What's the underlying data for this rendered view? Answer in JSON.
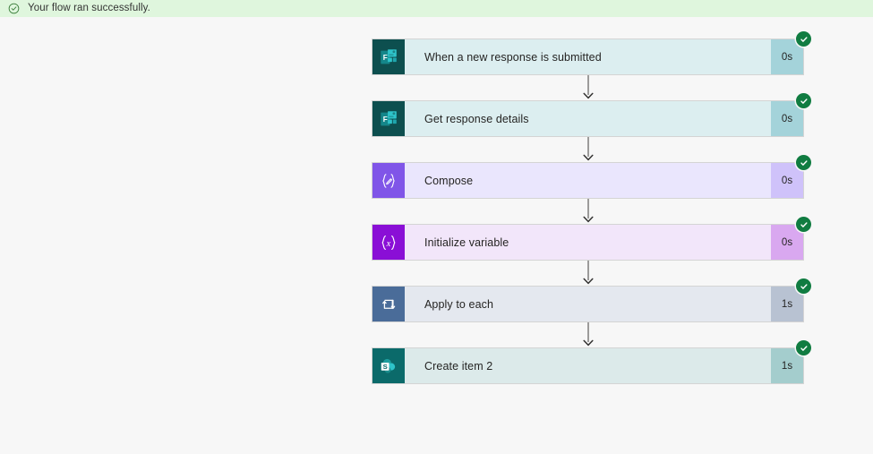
{
  "banner": {
    "icon": "check-circle-icon",
    "message": "Your flow ran successfully.",
    "background_color": "#dff6dd",
    "text_color": "#333333"
  },
  "page": {
    "background_color": "#f7f7f7"
  },
  "status": {
    "badge_icon": "checkmark-icon",
    "badge_color": "#107c41",
    "badge_label": "Succeeded"
  },
  "flow": {
    "connector_icon": "arrow-down-icon",
    "nodes": [
      {
        "title": "When a new response is submitted",
        "duration": "0s",
        "icon": "microsoft-forms-icon",
        "variant": "v-forms",
        "icon_color": "#0d4f4f",
        "body_color": "#dceef0",
        "status": "succeeded"
      },
      {
        "title": "Get response details",
        "duration": "0s",
        "icon": "microsoft-forms-icon",
        "variant": "v-forms",
        "icon_color": "#0d4f4f",
        "body_color": "#dceef0",
        "status": "succeeded"
      },
      {
        "title": "Compose",
        "duration": "0s",
        "icon": "compose-icon",
        "variant": "v-compose",
        "icon_color": "#8055e8",
        "body_color": "#eae6fd",
        "status": "succeeded"
      },
      {
        "title": "Initialize variable",
        "duration": "0s",
        "icon": "initialize-variable-icon",
        "variant": "v-variable",
        "icon_color": "#8a0fd6",
        "body_color": "#f2e6fa",
        "status": "succeeded"
      },
      {
        "title": "Apply to each",
        "duration": "1s",
        "icon": "apply-to-each-icon",
        "variant": "v-foreach",
        "icon_color": "#4a6c99",
        "body_color": "#e4e8ef",
        "status": "succeeded"
      },
      {
        "title": "Create item 2",
        "duration": "1s",
        "icon": "sharepoint-icon",
        "variant": "v-sharepoint",
        "icon_color": "#0b6a6a",
        "body_color": "#dceaea",
        "status": "succeeded"
      }
    ]
  }
}
